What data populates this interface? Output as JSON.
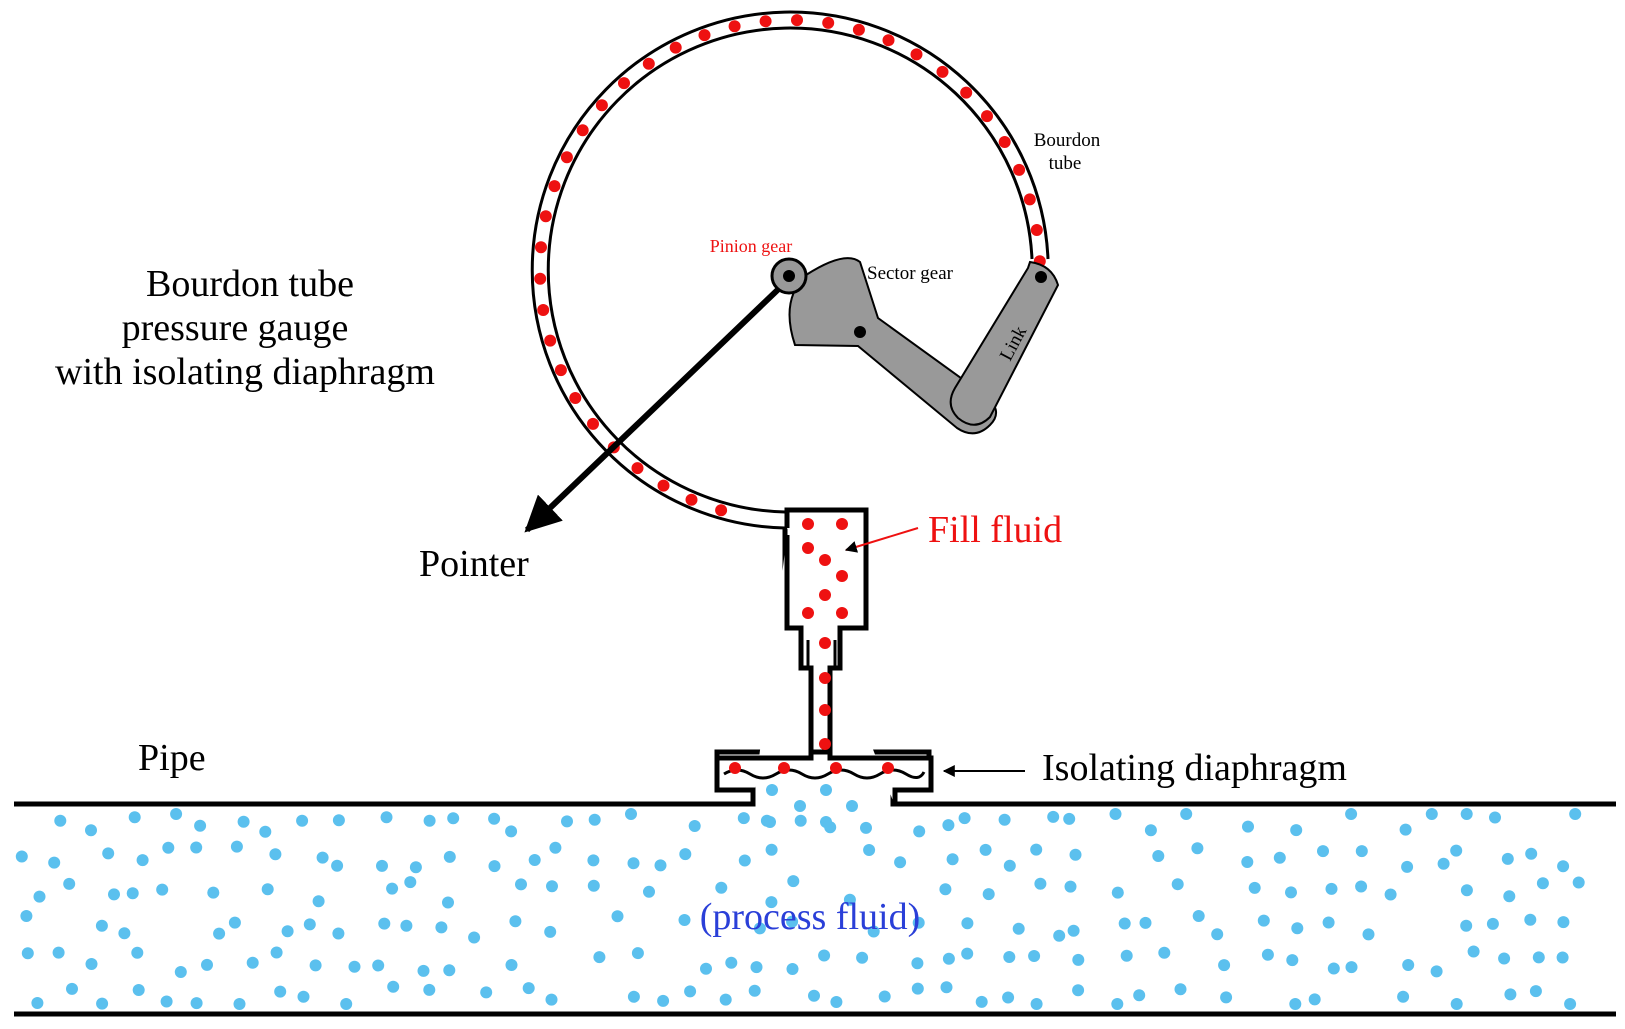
{
  "title": {
    "line1": "Bourdon tube",
    "line2": "pressure gauge",
    "line3": "with isolating diaphragm"
  },
  "labels": {
    "bourdon_tube_line1": "Bourdon",
    "bourdon_tube_line2": "tube",
    "pinion_gear": "Pinion gear",
    "sector_gear": "Sector gear",
    "link": "Link",
    "pointer": "Pointer",
    "fill_fluid": "Fill fluid",
    "isolating_diaphragm": "Isolating diaphragm",
    "pipe": "Pipe",
    "process_fluid": "(process fluid)"
  },
  "colors": {
    "outline": "#000000",
    "fill_fluid": "#ee1111",
    "process_fluid": "#5bc0ee",
    "mechanism": "#999999",
    "process_label": "#2a3fd8"
  }
}
